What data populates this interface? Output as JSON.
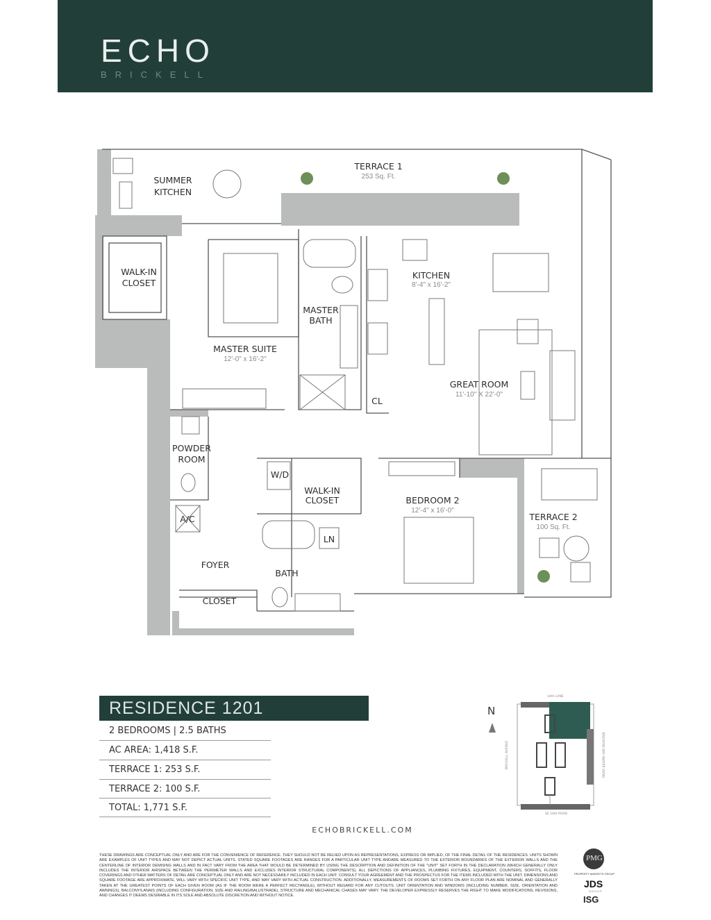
{
  "brand": {
    "name": "ECHO",
    "sub": "BRICKELL",
    "color": "#213f38"
  },
  "rooms": {
    "terrace1": {
      "name": "TERRACE 1",
      "area": "253 Sq. Ft."
    },
    "summer_kitchen": {
      "line1": "SUMMER",
      "line2": "KITCHEN"
    },
    "walkin_closet_1": {
      "line1": "WALK-IN",
      "line2": "CLOSET"
    },
    "kitchen": {
      "name": "KITCHEN",
      "dim": "8'-4\" x 16'-2\""
    },
    "master_bath": {
      "line1": "MASTER",
      "line2": "BATH"
    },
    "master_suite": {
      "name": "MASTER SUITE",
      "dim": "12'-0\" x 16'-2\""
    },
    "great_room": {
      "name": "GREAT ROOM",
      "dim": "11'-10\" X 22'-0\""
    },
    "cl": {
      "name": "CL"
    },
    "powder_room": {
      "line1": "POWDER",
      "line2": "ROOM"
    },
    "wd": {
      "name": "W/D"
    },
    "walkin_closet_2": {
      "line1": "WALK-IN",
      "line2": "CLOSET"
    },
    "bedroom2": {
      "name": "BEDROOM 2",
      "dim": "12'-4\" x 16'-0\""
    },
    "terrace2": {
      "name": "TERRACE 2",
      "area": "100 Sq. Ft."
    },
    "ac": {
      "name": "A/C"
    },
    "ln": {
      "name": "LN"
    },
    "foyer": {
      "name": "FOYER"
    },
    "bath": {
      "name": "BATH"
    },
    "closet": {
      "name": "CLOSET"
    }
  },
  "residence": {
    "title": "RESIDENCE 1201",
    "specs": [
      "2 BEDROOMS | 2.5 BATHS",
      "AC AREA: 1,418 S.F.",
      "TERRACE 1: 253 S.F.",
      "TERRACE 2: 100 S.F.",
      "TOTAL: 1,771 S.F."
    ]
  },
  "website": "ECHOBRICKELL.COM",
  "keyplan": {
    "north": "N",
    "streets": {
      "top": "14th LANE",
      "bottom": "SE 14th ROAD",
      "left": "BRICKELL AVENUE",
      "right": "BISCAYNE BAY (WATER VIEW)"
    },
    "highlight_color": "#2e5c52"
  },
  "disclaimer": "THESE DRAWINGS ARE CONCEPTUAL ONLY AND ARE FOR THE CONVENIENCE OF REFERENCE. THEY SHOULD NOT BE RELIED UPON AS REPRESENTATIONS, EXPRESS OR IMPLIED, OF THE FINAL DETAIL OF THE RESIDENCES. UNITS SHOWN ARE EXAMPLES OF UNIT TYPES AND MAY NOT DEPICT ACTUAL UNITS. STATED SQUARE FOOTAGES ARE RANGES FOR A PARTICULAR UNIT TYPE ANDARE MEASURED TO THE EXTERIOR BOUNDARIES OF THE EXTERIOR WALLS AND THE CENTERLINE OF INTERIOR DEMISING WALLS AND IN FACT VARY FROM THE AREA THAT WOULD BE DETERMINED BY USING THE DESCRIPTION AND DEFINITION OF THE \"UNIT\" SET FORTH IN THE DECLARATION (WHICH GENERALLY ONLY INCLUDES THE INTERIOR AIRSPACE BETWEEN THE PERIMETER WALLS AND EXCLUDES INTERIOR STRUCTURAL COMPONENTS). ALL DEPICTIONS OF APPLIANCES, PLUMBING FIXTURES, EQUIPMENT, COUNTERS, SOFFITS, FLOOR COVERINGS AND OTHER MATTERS OF DETAIL ARE CONCEPTUAL ONLY AND ARE NOT NECESSARILY INCLUDED IN EACH UNIT. CONSULT YOUR AGREEMENT AND THE PROSPECTUS FOR THE ITEMS INCLUDED WITH THE UNIT. DIMENSIONS AND SQUARE FOOTAGE ARE APPROXIMATE, WILL VARY WITH SPECIFIC UNIT TYPE, AND MAY VARY WITH ACTUAL CONSTRUCTION. ADDITIONALLY, MEASUREMENTS OF ROOMS SET FORTH ON ANY FLOOR PLAN ARE NOMINAL AND GENERALLY TAKEN AT THE GREATEST POINTS OF EACH GIVEN ROOM (AS IF THE ROOM WERE A PERFECT RECTANGLE), WITHOUT REGARD FOR ANY CUTOUTS. UNIT ORIENTATION AND WINDOWS (INCLUDING NUMBER, SIZE, ORIENTATION AND AWNINGS), BALCONY/LANAIS (INCLUDING CONFIGURATION, SIZE AND RAILING/BALUSTRADE), STRUCTURE AND MECHANICAL CHASES MAY VARY. THE DEVELOPER EXPRESSLY RESERVES THE RIGHT TO MAKE MODIFICATIONS, REVISIONS, AND CHANGES IT DEEMS DESIRABLE IN ITS SOLE AND ABSOLUTE DISCRETION AND WITHOUT NOTICE.",
  "partners": {
    "pmg": "PMG",
    "pmg_name": "PROPERTY MARKETS GROUP",
    "jds": "JDS",
    "jds_sub": "GROUP",
    "isg": "ISG"
  }
}
